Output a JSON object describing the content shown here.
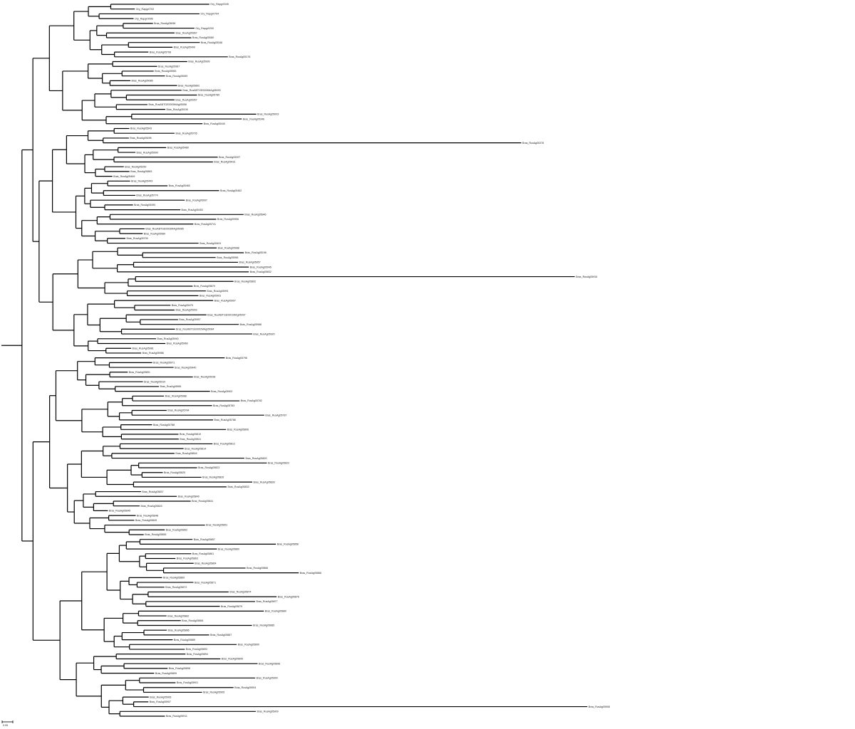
{
  "tree": {
    "taxon_prefix": "Bras_Rusa",
    "scale_bar": {
      "label": "0.05"
    },
    "colors": {
      "branch": "#000000",
      "support": "#9b2d2d",
      "text": "#222222"
    },
    "leaves": [
      {
        "id": "L1",
        "label": "Ory_Rapgr0345"
      },
      {
        "id": "L2",
        "label": "Ory_Rapgr0702"
      },
      {
        "id": "L3",
        "label": "Ory_Rapgr0704"
      },
      {
        "id": "L4",
        "label": "Ory_Rapgr0096"
      },
      {
        "id": "L5",
        "label": "Bras_RusAg05098"
      },
      {
        "id": "L6",
        "label": "Ory_Rapgr0200"
      },
      {
        "id": "L7",
        "label": "Bras_RusAg05967"
      },
      {
        "id": "L8",
        "label": "Bras_RusAg05080"
      },
      {
        "id": "L9",
        "label": "Bras_RusAg05346"
      },
      {
        "id": "L10",
        "label": "Bras_RusAg05499"
      },
      {
        "id": "L11",
        "label": "Bras_RusAg05708"
      },
      {
        "id": "L12",
        "label": "Bras_RusAg05176"
      },
      {
        "id": "L13",
        "label": "Bras_RusAg05999"
      },
      {
        "id": "L14",
        "label": "Bras_RusAg05987"
      },
      {
        "id": "L15",
        "label": "Bras_RusAg05983"
      },
      {
        "id": "L16",
        "label": "Bras_RusAg05069"
      },
      {
        "id": "L17",
        "label": "Bras_RusAg05085"
      },
      {
        "id": "L18",
        "label": "Bras_RusAg05892"
      },
      {
        "id": "L19",
        "label": "Bras_RusABTGE0005MAg05093"
      },
      {
        "id": "L20",
        "label": "Bras_RusAg05785"
      },
      {
        "id": "L21",
        "label": "Bras_RusAg05357"
      },
      {
        "id": "L22",
        "label": "Bras_RusABTGE0009MAg05058"
      },
      {
        "id": "L23",
        "label": "Bras_RusAg05108"
      },
      {
        "id": "L24",
        "label": "Bras_RusAg05003"
      },
      {
        "id": "L25",
        "label": "Bras_RusAg05346"
      },
      {
        "id": "L26",
        "label": "Bras_RusAg05440"
      },
      {
        "id": "L27",
        "label": "Bras_RusAg05543"
      },
      {
        "id": "L28",
        "label": "Bras_RusAg05705"
      },
      {
        "id": "L29",
        "label": "Bras_RusAg05498"
      },
      {
        "id": "L30",
        "label": "Bras_RusAg05378"
      },
      {
        "id": "L31",
        "label": "Bras_RusAg05480"
      },
      {
        "id": "L32",
        "label": "Bras_RusAg05990"
      },
      {
        "id": "L33",
        "label": "Bras_RusAg05397"
      },
      {
        "id": "L34",
        "label": "Bras_RusAg05431"
      },
      {
        "id": "L35",
        "label": "Bras_RusAg05250"
      },
      {
        "id": "L36",
        "label": "Bras_RusAg05883"
      },
      {
        "id": "L37",
        "label": "Bras_RusAg05469"
      },
      {
        "id": "L38",
        "label": "Bras_RusAg05443"
      },
      {
        "id": "L39",
        "label": "Bras_RusAg05460"
      },
      {
        "id": "L40",
        "label": "Bras_RusAg05462"
      },
      {
        "id": "L41",
        "label": "Bras_RusAg05774"
      },
      {
        "id": "L42",
        "label": "Bras_RusAg05997"
      },
      {
        "id": "L43",
        "label": "Bras_RusAg05490"
      },
      {
        "id": "L44",
        "label": "Bras_RusAg05453"
      },
      {
        "id": "L45",
        "label": "Bras_RusAg05946"
      },
      {
        "id": "L46",
        "label": "Bras_RusAg05956"
      },
      {
        "id": "L47",
        "label": "Bras_RusAg05741"
      },
      {
        "id": "L48",
        "label": "Bras_RusABTGE0003MAg05085"
      },
      {
        "id": "L49",
        "label": "Bras_RusAg05989"
      },
      {
        "id": "L50",
        "label": "Bras_RusAg05705"
      },
      {
        "id": "L51",
        "label": "Bras_RusAg05491"
      },
      {
        "id": "L52",
        "label": "Bras_RusAg05988"
      },
      {
        "id": "L53",
        "label": "Bras_RusAg05196"
      },
      {
        "id": "L54",
        "label": "Bras_RusAg05956"
      },
      {
        "id": "L55",
        "label": "Bras_RusAg05957"
      },
      {
        "id": "L56",
        "label": "Bras_RusAg05945"
      },
      {
        "id": "L57",
        "label": "Bras_RusAg05832"
      },
      {
        "id": "L58",
        "label": "Bras_RusAg05934"
      },
      {
        "id": "L59",
        "label": "Bras_RusAg05892"
      },
      {
        "id": "L60",
        "label": "Bras_RusAg05870"
      },
      {
        "id": "L61",
        "label": "Bras_RusAg05991"
      },
      {
        "id": "L62",
        "label": "Bras_RusAg05903"
      },
      {
        "id": "L63",
        "label": "Bras_RusAg05997"
      },
      {
        "id": "L64",
        "label": "Bras_RusAg05475"
      },
      {
        "id": "L65",
        "label": "Bras_RusAg05993"
      },
      {
        "id": "L66",
        "label": "Bras_RusABTGE0001MAg05097"
      },
      {
        "id": "L67",
        "label": "Bras_RusAg05957"
      },
      {
        "id": "L68",
        "label": "Bras_RusAg05988"
      },
      {
        "id": "L69",
        "label": "Bras_RusABTGE0002MAg05084"
      },
      {
        "id": "L70",
        "label": "Bras_RusAg05920"
      },
      {
        "id": "L71",
        "label": "Bras_RusAg05940"
      },
      {
        "id": "L72",
        "label": "Bras_RusAg05960"
      },
      {
        "id": "L73",
        "label": "Bras_RusAg05981"
      },
      {
        "id": "L74",
        "label": "Bras_RusAg05986"
      },
      {
        "id": "L75",
        "label": "Bras_RusAg05796"
      },
      {
        "id": "L76",
        "label": "Bras_RusAg05971"
      },
      {
        "id": "L77",
        "label": "Bras_RusAg05440"
      },
      {
        "id": "L78",
        "label": "Bras_RusAg05891"
      },
      {
        "id": "L79",
        "label": "Bras_RusAg05938"
      },
      {
        "id": "L80",
        "label": "Bras_RusAg05910"
      },
      {
        "id": "L81",
        "label": "Bras_RusAg05981"
      },
      {
        "id": "L82",
        "label": "Bras_RusAg05902"
      },
      {
        "id": "L83",
        "label": "Bras_RusAg05988"
      },
      {
        "id": "L84",
        "label": "Bras_RusAg05782"
      },
      {
        "id": "L85",
        "label": "Bras_RusAg05783"
      },
      {
        "id": "L86",
        "label": "Bras_RusAg05784"
      },
      {
        "id": "L87",
        "label": "Bras_RusAg05787"
      },
      {
        "id": "L88",
        "label": "Bras_RusAg05788"
      },
      {
        "id": "L89",
        "label": "Bras_RusAg05788"
      },
      {
        "id": "L90",
        "label": "Bras_RusAg05806"
      },
      {
        "id": "L91",
        "label": "Bras_RusAg05810"
      },
      {
        "id": "L92",
        "label": "Bras_RusAg05811"
      },
      {
        "id": "L93",
        "label": "Bras_RusAg05812"
      },
      {
        "id": "L94",
        "label": "Bras_RusAg05814"
      },
      {
        "id": "L95",
        "label": "Bras_RusAg05818"
      },
      {
        "id": "L96",
        "label": "Bras_RusAg05820"
      },
      {
        "id": "L97",
        "label": "Bras_RusAg05822"
      },
      {
        "id": "L98",
        "label": "Bras_RusAg05823"
      },
      {
        "id": "L99",
        "label": "Bras_RusAg05825"
      },
      {
        "id": "L100",
        "label": "Bras_RusAg05826"
      },
      {
        "id": "L101",
        "label": "Bras_RusAg05828"
      },
      {
        "id": "L102",
        "label": "Bras_RusAg05833"
      },
      {
        "id": "L103",
        "label": "Bras_RusAg05837"
      },
      {
        "id": "L104",
        "label": "Bras_RusAg05840"
      },
      {
        "id": "L105",
        "label": "Bras_RusAg05841"
      },
      {
        "id": "L106",
        "label": "Bras_RusAg05843"
      },
      {
        "id": "L107",
        "label": "Bras_RusAg05845"
      },
      {
        "id": "L108",
        "label": "Bras_RusAg05848"
      },
      {
        "id": "L109",
        "label": "Bras_RusAg05849"
      },
      {
        "id": "L110",
        "label": "Bras_RusAg05851"
      },
      {
        "id": "L111",
        "label": "Bras_RusAg05852"
      },
      {
        "id": "L112",
        "label": "Bras_RusAg05855"
      },
      {
        "id": "L113",
        "label": "Bras_RusAg05857"
      },
      {
        "id": "L114",
        "label": "Bras_RusAg05858"
      },
      {
        "id": "L115",
        "label": "Bras_RusAg05860"
      },
      {
        "id": "L116",
        "label": "Bras_RusAg05861"
      },
      {
        "id": "L117",
        "label": "Bras_RusAg05863"
      },
      {
        "id": "L118",
        "label": "Bras_RusAg05864"
      },
      {
        "id": "L119",
        "label": "Bras_RusAg05866"
      },
      {
        "id": "L120",
        "label": "Bras_RusAg05868"
      },
      {
        "id": "L121",
        "label": "Bras_RusAg05869"
      },
      {
        "id": "L122",
        "label": "Bras_RusAg05871"
      },
      {
        "id": "L123",
        "label": "Bras_RusAg05872"
      },
      {
        "id": "L124",
        "label": "Bras_RusAg05874"
      },
      {
        "id": "L125",
        "label": "Bras_RusAg05876"
      },
      {
        "id": "L126",
        "label": "Bras_RusAg05877"
      },
      {
        "id": "L127",
        "label": "Bras_RusAg05879"
      },
      {
        "id": "L128",
        "label": "Bras_RusAg05880"
      },
      {
        "id": "L129",
        "label": "Bras_RusAg05882"
      },
      {
        "id": "L130",
        "label": "Bras_RusAg05884"
      },
      {
        "id": "L131",
        "label": "Bras_RusAg05885"
      },
      {
        "id": "L132",
        "label": "Bras_RusAg05886"
      },
      {
        "id": "L133",
        "label": "Bras_RusAg05887"
      },
      {
        "id": "L134",
        "label": "Bras_RusAg05889"
      },
      {
        "id": "L135",
        "label": "Bras_RusAg05890"
      },
      {
        "id": "L136",
        "label": "Bras_RusAg05893"
      },
      {
        "id": "L137",
        "label": "Bras_RusAg05894"
      },
      {
        "id": "L138",
        "label": "Bras_RusAg05895"
      },
      {
        "id": "L139",
        "label": "Bras_RusAg05896"
      },
      {
        "id": "L140",
        "label": "Bras_RusAg05898"
      },
      {
        "id": "L141",
        "label": "Bras_RusAg05899"
      },
      {
        "id": "L142",
        "label": "Bras_RusAg05900"
      },
      {
        "id": "L143",
        "label": "Bras_RusAg05901"
      },
      {
        "id": "L144",
        "label": "Bras_RusAg05904"
      },
      {
        "id": "L145",
        "label": "Bras_RusAg05905"
      },
      {
        "id": "L146",
        "label": "Bras_RusAg05906"
      },
      {
        "id": "L147",
        "label": "Bras_RusAg05907"
      },
      {
        "id": "L148",
        "label": "Bras_RusAg05908"
      },
      {
        "id": "L149",
        "label": "Bras_RusAg05909"
      },
      {
        "id": "L150",
        "label": "Bras_RusAg05911"
      }
    ]
  }
}
